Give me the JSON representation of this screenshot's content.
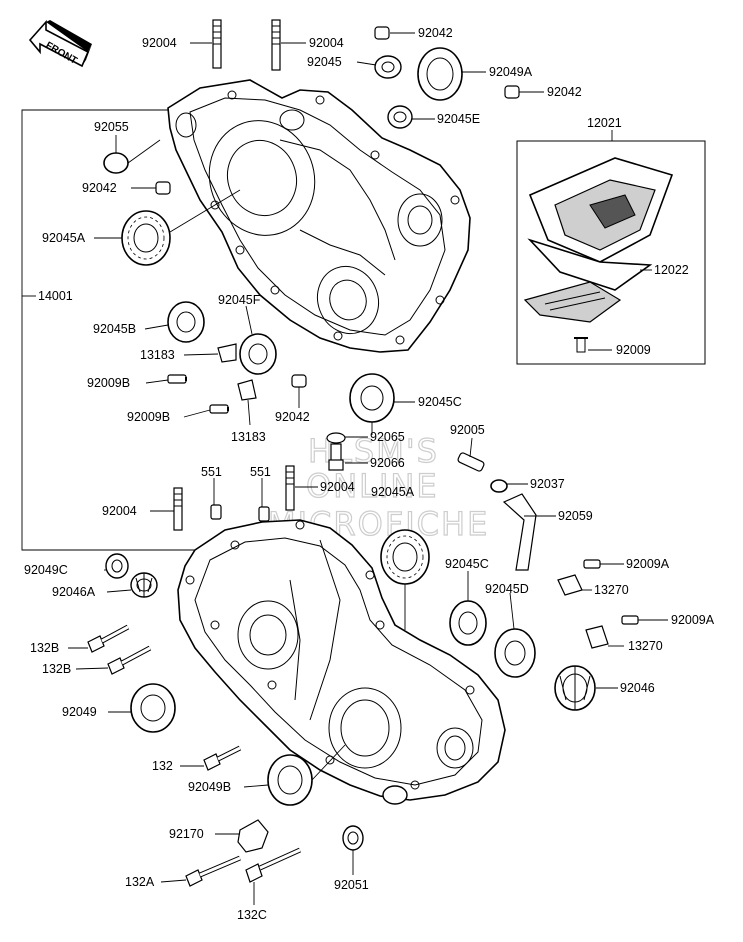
{
  "front_arrow": {
    "label": "FRONT"
  },
  "watermark": {
    "line1": "HLSM'S",
    "line2": "ONLINE",
    "line3": "MICROFICHE"
  },
  "callouts": {
    "c92004_top_left": "92004",
    "c92004_top_right": "92004",
    "c92042_top": "92042",
    "c92045": "92045",
    "c92049A": "92049A",
    "c92042_right": "92042",
    "c12021": "12021",
    "c92055": "92055",
    "c92045E": "92045E",
    "c92042_left": "92042",
    "c92045A_upper": "92045A",
    "c12022": "12022",
    "c14001": "14001",
    "c92045F": "92045F",
    "c92045B": "92045B",
    "c13183_upper": "13183",
    "c92009_reed": "92009",
    "c92009B_upper": "92009B",
    "c92045C_upper": "92045C",
    "c92009B_lower": "92009B",
    "c92042_mid": "92042",
    "c13183_lower": "13183",
    "c92065": "92065",
    "c92005": "92005",
    "c92066": "92066",
    "c551_left": "551",
    "c551_right": "551",
    "c92004_mid": "92004",
    "c92045A_lower": "92045A",
    "c92037": "92037",
    "c92004_left": "92004",
    "c92059": "92059",
    "c92049C": "92049C",
    "c92045C_lower": "92045C",
    "c92009A_upper": "92009A",
    "c92046A": "92046A",
    "c92045D": "92045D",
    "c13270_upper": "13270",
    "c132B_upper": "132B",
    "c92009A_lower": "92009A",
    "c132B_lower": "132B",
    "c13270_lower": "13270",
    "c92049": "92049",
    "c92046": "92046",
    "c132": "132",
    "c92049B": "92049B",
    "c92170": "92170",
    "c132A": "132A",
    "c92051": "92051",
    "c132C": "132C"
  }
}
